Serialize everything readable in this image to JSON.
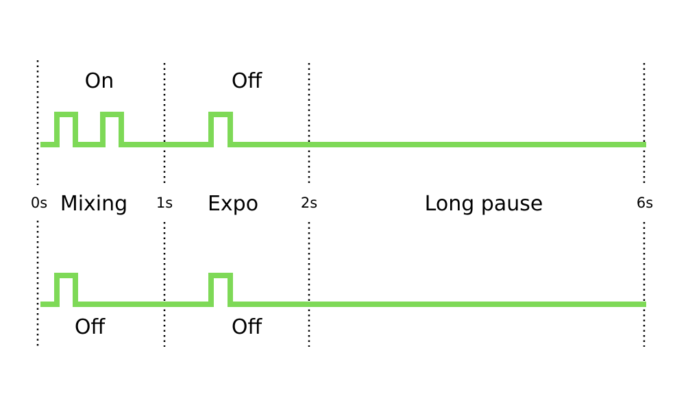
{
  "colors": {
    "signal": "#7ed957",
    "divider": "#000000",
    "background": "#ffffff"
  },
  "timeline": {
    "ticks": [
      "0s",
      "1s",
      "2s",
      "6s"
    ],
    "phases": [
      "Mixing",
      "Expo",
      "Long pause"
    ]
  },
  "signals": [
    {
      "state_labels": [
        "On",
        "Off"
      ],
      "pulses": 3
    },
    {
      "state_labels": [
        "Off",
        "Off"
      ],
      "pulses": 2
    }
  ]
}
